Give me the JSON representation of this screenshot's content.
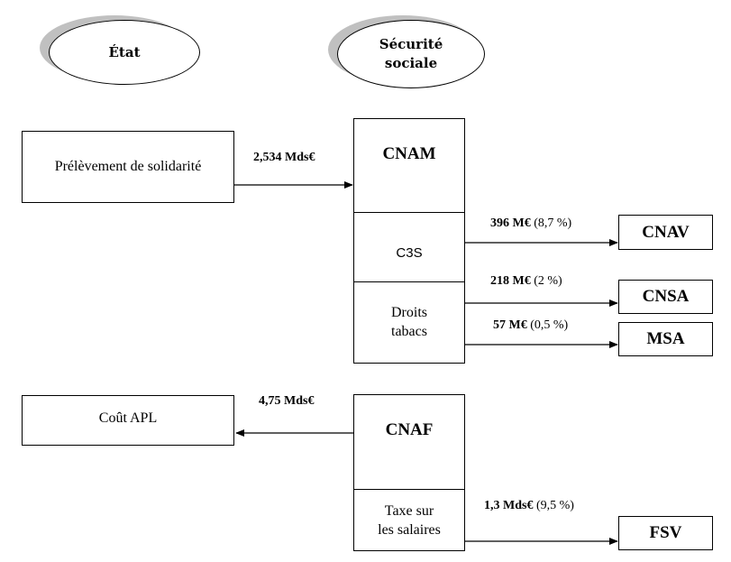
{
  "header": {
    "etat": "État",
    "securite_line1": "Sécurité",
    "securite_line2": "sociale"
  },
  "boxes": {
    "prelevement": "Prélèvement de solidarité",
    "cnam": "CNAM",
    "c3s": "C3S",
    "droits_line1": "Droits",
    "droits_line2": "tabacs",
    "cnav": "CNAV",
    "cnsa": "CNSA",
    "msa": "MSA",
    "cout_apl": "Coût APL",
    "cnaf": "CNAF",
    "taxe_line1": "Taxe sur",
    "taxe_line2": "les salaires",
    "fsv": "FSV"
  },
  "flows": {
    "prelevement_amount": "2,534 Mds€",
    "cnav_amount": "396 M€",
    "cnav_share": "(8,7 %)",
    "cnsa_amount": "218 M€",
    "cnsa_share": "(2 %)",
    "msa_amount": "57 M€",
    "msa_share": "(0,5 %)",
    "apl_amount": "4,75 Mds€",
    "fsv_amount": "1,3 Mds€",
    "fsv_share": "(9,5 %)"
  }
}
